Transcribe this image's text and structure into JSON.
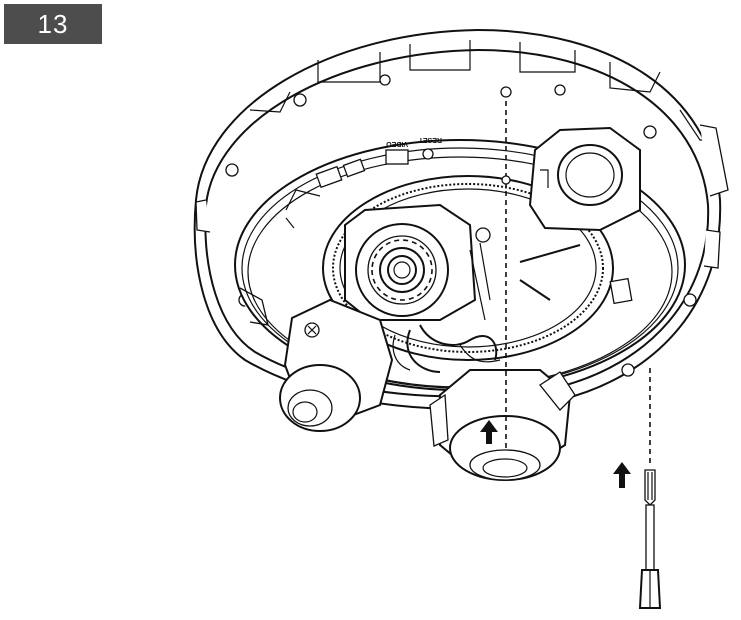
{
  "step": {
    "number": "13"
  },
  "labels": {
    "reset": "RESET",
    "video": "VIDEO"
  },
  "icons": {
    "push_arrow_center": "up-arrow-icon",
    "push_arrow_right": "up-arrow-icon",
    "tool": "screwdriver-icon"
  },
  "colors": {
    "badge_background": "#4d4d4d",
    "badge_text": "#ffffff",
    "line_art": "#111111"
  }
}
